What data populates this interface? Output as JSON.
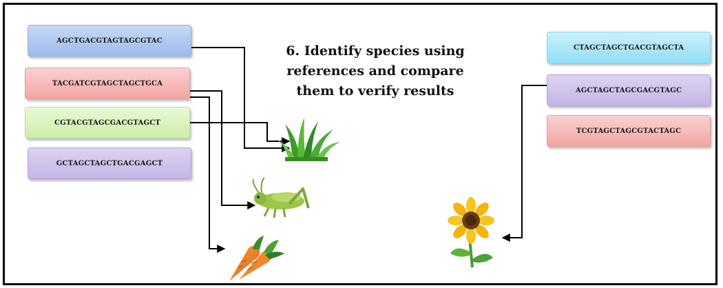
{
  "title_lines": [
    "6. Identify species using",
    "references and compare",
    "them to verify results"
  ],
  "left_sequences": [
    {
      "text": "AGCTGACGTAGTAGCGTAC",
      "color": "#b5cbf0"
    },
    {
      "text": "TACGATCGTAGCTAGCTGCA",
      "color": "#f6b9b9"
    },
    {
      "text": "CGTACGTAGCGACGTAGCT",
      "color": "#d8f4bd"
    },
    {
      "text": "GCTAGCTAGCTGACGAGCT",
      "color": "#d0c4eb"
    }
  ],
  "right_sequences": [
    {
      "text": "CTAGCTAGCTGACGTAGCTA",
      "color": "#aee7f8"
    },
    {
      "text": "AGCTAGCTAGCGACGTAGC",
      "color": "#d0c4eb"
    },
    {
      "text": "TCGTAGCTAGCGTACTAGC",
      "color": "#f6b9b9"
    }
  ],
  "species": [
    "grass-icon",
    "grasshopper-icon",
    "carrot-icon",
    "sunflower-icon"
  ]
}
